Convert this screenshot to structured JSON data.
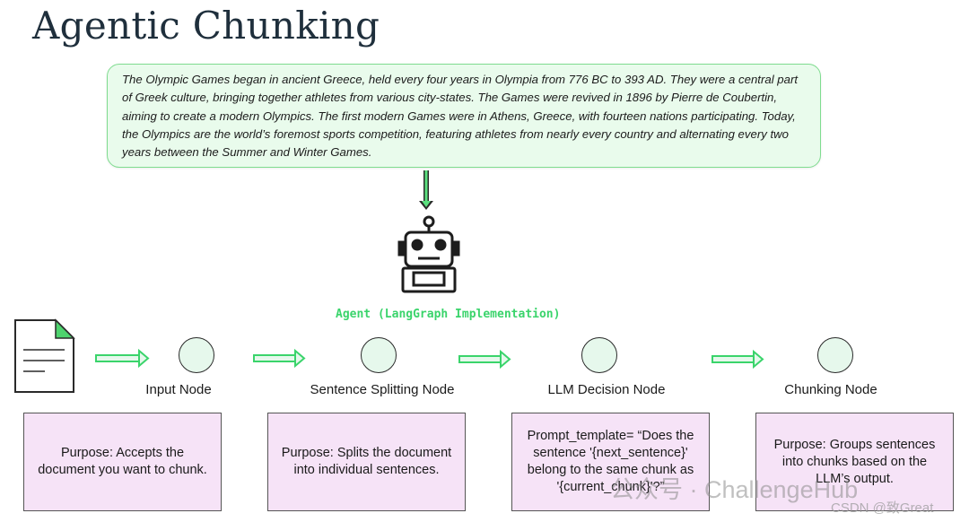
{
  "title": "Agentic Chunking",
  "source_text": "The Olympic Games began in ancient Greece, held every four years in Olympia from 776 BC to 393 AD. They were a central part of Greek culture, bringing together athletes from various city-states. The Games were revived in 1896 by Pierre de Coubertin, aiming to create a modern Olympics. The first modern Games were in Athens, Greece, with fourteen nations participating. Today, the Olympics are the world’s foremost sports competition, featuring athletes from nearly every country and alternating every two years between the Summer and Winter Games.",
  "agent_label": "Agent (LangGraph Implementation)",
  "nodes": [
    {
      "label": "Input Node",
      "purpose": "Purpose: Accepts the document you want to chunk."
    },
    {
      "label": "Sentence Splitting Node",
      "purpose": "Purpose: Splits the document into individual sentences."
    },
    {
      "label": "LLM Decision Node",
      "purpose": "Prompt_template= “Does the sentence '{next_sentence}' belong to the same chunk as '{current_chunk}'?”"
    },
    {
      "label": "Chunking Node",
      "purpose": "Purpose: Groups sentences into chunks based on the LLM’s output."
    }
  ],
  "watermark": "公众号 · ChallengeHub",
  "watermark2": "CSDN @致Great",
  "colors": {
    "accent_green": "#3ad46b",
    "node_fill": "#e6f8ec",
    "purpose_fill": "#f6e3f7",
    "textbox_fill": "#e9fbec",
    "title_color": "#1f2f3c"
  },
  "icons": [
    "document-icon",
    "robot-icon",
    "arrow-down-icon",
    "arrow-right-icon"
  ]
}
